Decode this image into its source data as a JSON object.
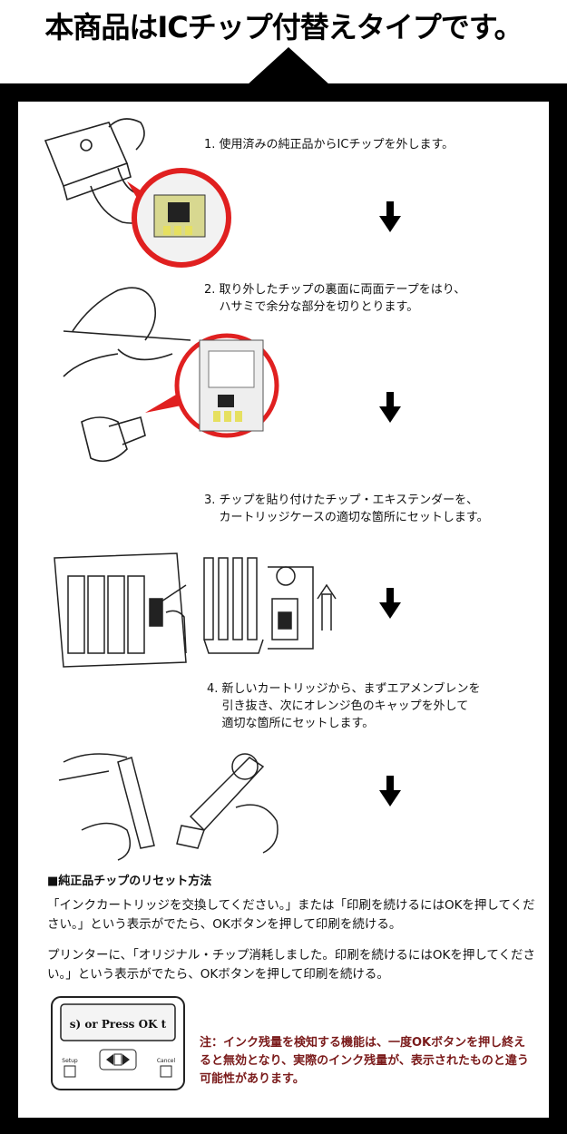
{
  "header": {
    "title": "本商品はICチップ付替えタイプです。"
  },
  "steps": [
    {
      "text": "1. 使用済みの純正品からICチップを外します。"
    },
    {
      "text": "2. 取り外したチップの裏面に両面テープをはり、\n    ハサミで余分な部分を切りとります。"
    },
    {
      "text": "3. チップを貼り付けたチップ・エキステンダーを、\n    カートリッジケースの適切な箇所にセットします。"
    },
    {
      "text": "4. 新しいカートリッジから、まずエアメンブレンを\n    引き抜き、次にオレンジ色のキャップを外して\n    適切な箇所にセットします。"
    }
  ],
  "reset": {
    "heading": "■純正品チップのリセット方法",
    "para1": "「インクカートリッジを交換してください。」または「印刷を続けるにはOKを押してください。」という表示がでたら、OKボタンを押して印刷を続ける。",
    "para2": "プリンターに、「オリジナル・チップ消耗しました。印刷を続けるにはOKを押してください。」という表示がでたら、OKボタンを押して印刷を続ける。",
    "lcd_text": "s) or Press OK t",
    "button_labels": [
      "Setup",
      "Cancel"
    ]
  },
  "note": "注：インク残量を検知する機能は、一度OKボタンを押し終えると無効となり、実際のインク残量が、表示されたものと違う可能性があります。",
  "footer": "-",
  "colors": {
    "frame": "#000000",
    "note": "#7a1a1a",
    "callout": "#e02020"
  }
}
